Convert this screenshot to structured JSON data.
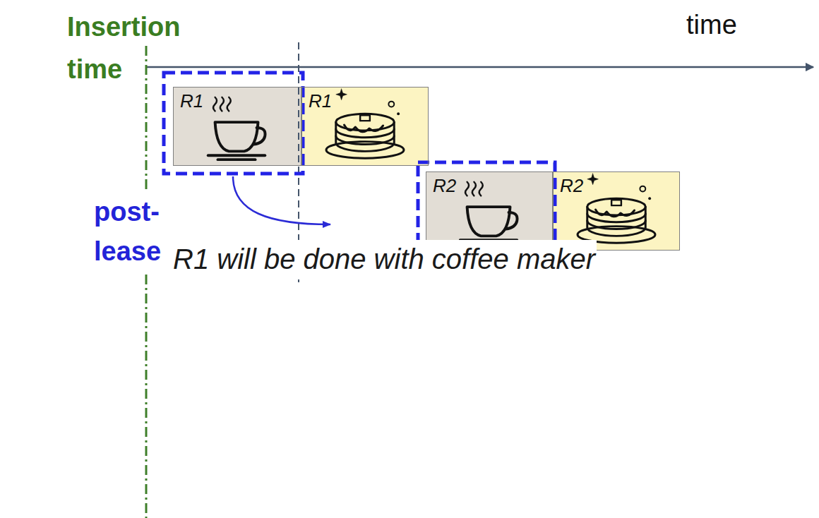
{
  "diagram": {
    "nodes": [
      {
        "text": [
          "R1"
        ]
      },
      {
        "text": [
          "R1"
        ]
      },
      {
        "text": [
          "R2"
        ]
      },
      {
        "text": [
          "R2"
        ]
      }
    ],
    "labels": [
      "Insertion time",
      "time",
      "post-lease",
      "R1 will be done with coffee maker"
    ]
  }
}
